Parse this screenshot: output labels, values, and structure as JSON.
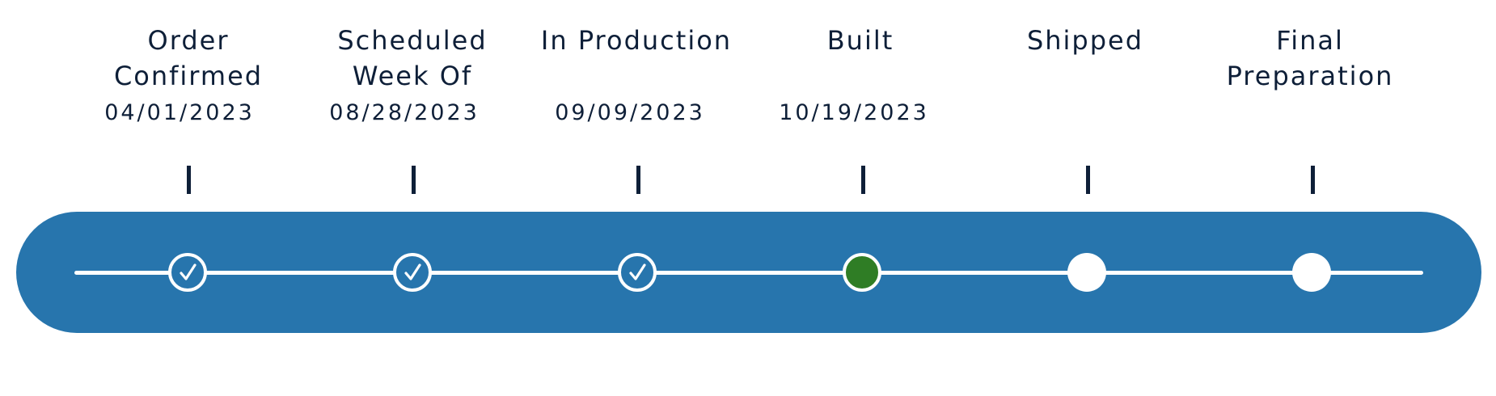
{
  "tracker": {
    "colors": {
      "bar": "#2775ad",
      "text": "#0e1f38",
      "current_dot": "#2f7d25",
      "line": "#ffffff"
    },
    "steps": [
      {
        "label": "Order\nConfirmed",
        "date": "04/01/2023",
        "status": "complete",
        "icon": "check-icon"
      },
      {
        "label": "Scheduled\nWeek Of",
        "date": "08/28/2023",
        "status": "complete",
        "icon": "check-icon"
      },
      {
        "label": "In Production",
        "date": "09/09/2023",
        "status": "complete",
        "icon": "check-icon"
      },
      {
        "label": "Built",
        "date": "10/19/2023",
        "status": "current",
        "icon": "current-dot-icon"
      },
      {
        "label": "Shipped",
        "date": "",
        "status": "pending",
        "icon": "pending-circle-icon"
      },
      {
        "label": "Final\nPreparation",
        "date": "",
        "status": "pending",
        "icon": "pending-circle-icon"
      }
    ]
  }
}
